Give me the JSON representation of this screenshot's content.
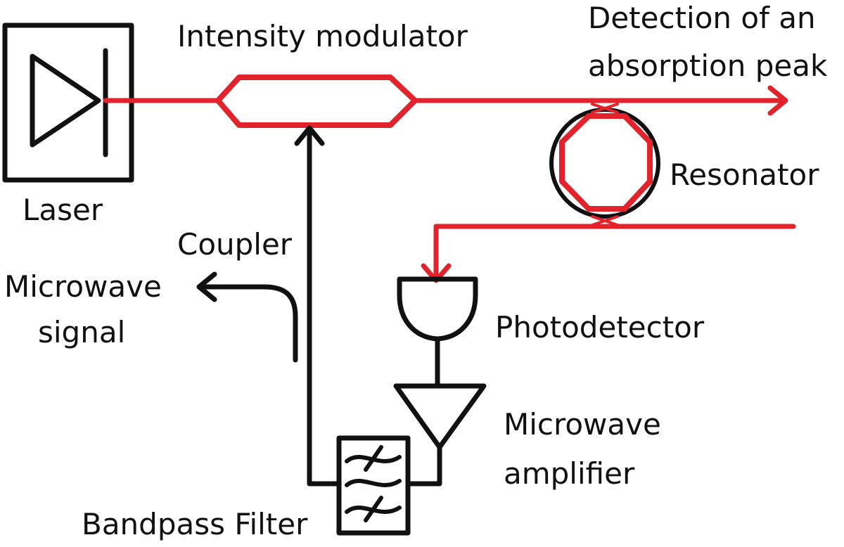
{
  "labels": {
    "laser": "Laser",
    "intensity_modulator": "Intensity modulator",
    "detection_line1": "Detection of an",
    "detection_line2": "absorption peak",
    "resonator": "Resonator",
    "coupler": "Coupler",
    "microwave_signal_line1": "Microwave",
    "microwave_signal_line2": "signal",
    "photodetector": "Photodetector",
    "amplifier_line1": "Microwave",
    "amplifier_line2": "amplifier",
    "bandpass_filter": "Bandpass Filter"
  },
  "colors": {
    "optical_path": "#e3232b",
    "electrical_path": "#111111",
    "background": "#ffffff"
  }
}
